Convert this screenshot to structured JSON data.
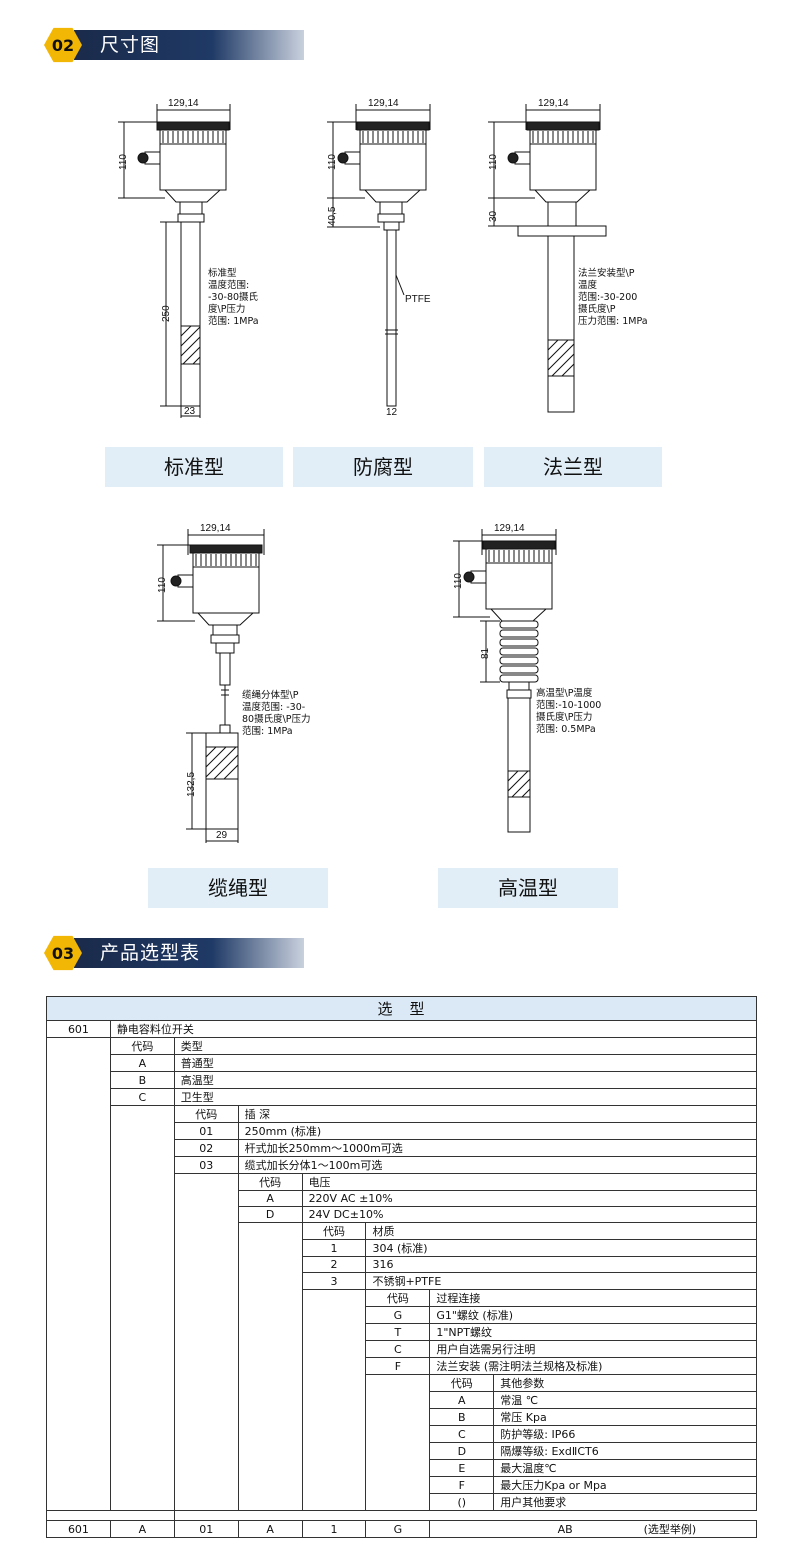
{
  "section2": {
    "num": "02",
    "title": "尺寸图"
  },
  "dims": {
    "width": "129,14",
    "head": "110",
    "std_rod": "250",
    "std_dia": "23",
    "anti_neck": "40,5",
    "anti_material": "PTFE",
    "anti_dia": "12",
    "flange_neck": "30",
    "cable_len": "132,5",
    "cable_dia": "29",
    "ht_neck": "81"
  },
  "notes": {
    "standard": [
      "标准型",
      "温度范围:",
      "-30-80摄氏",
      "度\\P压力",
      "范围: 1MPa"
    ],
    "flange": [
      "法兰安装型\\P",
      "温度",
      "范围:-30-200",
      "摄氏度\\P",
      "压力范围: 1MPa"
    ],
    "cable": [
      "缆绳分体型\\P",
      "温度范围: -30-",
      "80摄氏度\\P压力",
      "范围: 1MPa"
    ],
    "hightemp": [
      "高温型\\P温度",
      "范围:-10-1000",
      "摄氏度\\P压力",
      "范围: 0.5MPa"
    ]
  },
  "type_labels": {
    "standard": "标准型",
    "anticorrosion": "防腐型",
    "flange": "法兰型",
    "cable": "缆绳型",
    "hightemp": "高温型"
  },
  "section3": {
    "num": "03",
    "title": "产品选型表"
  },
  "selection": {
    "title": "选　型",
    "model_code": "601",
    "model_name": "静电容料位开关",
    "code_label": "代码",
    "type_head": "类型",
    "types": [
      {
        "code": "A",
        "name": "普通型"
      },
      {
        "code": "B",
        "name": "高温型"
      },
      {
        "code": "C",
        "name": "卫生型"
      }
    ],
    "depth_head": "插 深",
    "depths": [
      {
        "code": "01",
        "name": "250mm (标准)"
      },
      {
        "code": "02",
        "name": "杆式加长250mm～1000m可选"
      },
      {
        "code": "03",
        "name": "缆式加长分体1～100m可选"
      }
    ],
    "voltage_head": "电压",
    "voltages": [
      {
        "code": "A",
        "name": "220V AC  ±10%"
      },
      {
        "code": "D",
        "name": "24V DC±10%"
      }
    ],
    "material_head": "材质",
    "materials": [
      {
        "code": "1",
        "name": "304 (标准)"
      },
      {
        "code": "2",
        "name": "316"
      },
      {
        "code": "3",
        "name": "不锈钢+PTFE"
      }
    ],
    "process_head": "过程连接",
    "processes": [
      {
        "code": "G",
        "name": "G1\"螺纹 (标准)"
      },
      {
        "code": "T",
        "name": "1\"NPT螺纹"
      },
      {
        "code": "C",
        "name": "用户自选需另行注明"
      },
      {
        "code": "F",
        "name": "法兰安装 (需注明法兰规格及标准)"
      }
    ],
    "other_head": "其他参数",
    "others": [
      {
        "code": "A",
        "name": "常温  ℃"
      },
      {
        "code": "B",
        "name": "常压   Kpa"
      },
      {
        "code": "C",
        "name": "防护等级: IP66"
      },
      {
        "code": "D",
        "name": "隔爆等级: ExdⅡCT6"
      },
      {
        "code": "E",
        "name": "最大温度℃"
      },
      {
        "code": "F",
        "name": "最大压力Kpa or Mpa"
      },
      {
        "code": "()",
        "name": "用户其他要求"
      }
    ],
    "example": {
      "c1": "601",
      "c2": "A",
      "c3": "01",
      "c4": "A",
      "c5": "1",
      "c6": "G",
      "c7": "AB",
      "note": "(选型举例)"
    }
  }
}
